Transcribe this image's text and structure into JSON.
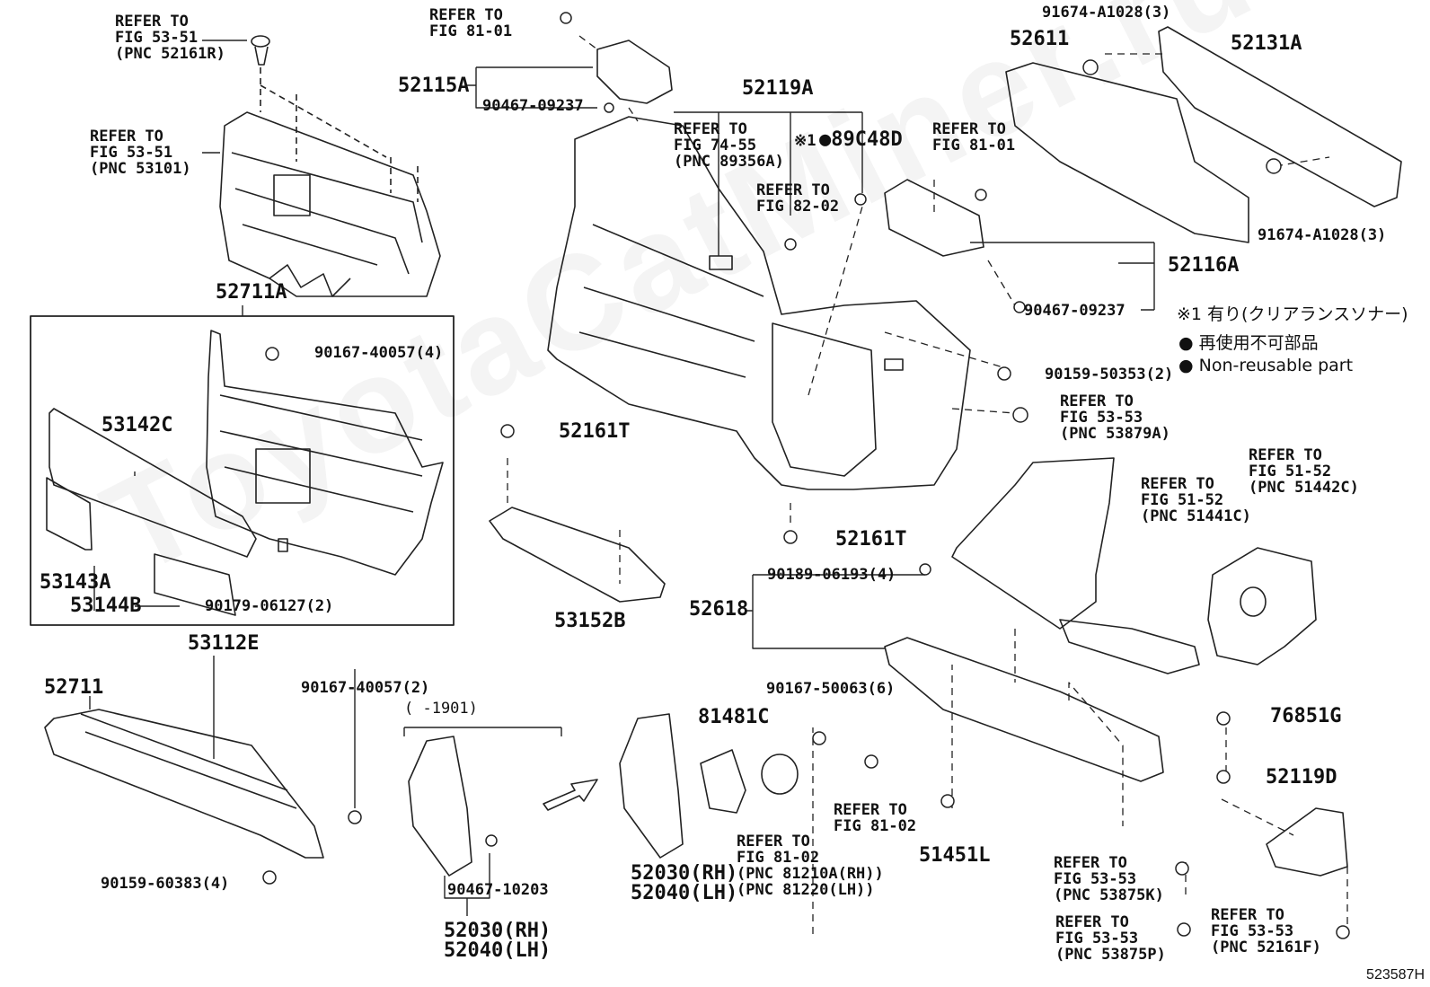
{
  "watermark": "ToyotaCatMiner.ru",
  "diagram_code": "523587H",
  "legend": {
    "note": "※1 有り(クリアランスソナー)",
    "nonreusable_jp": "● 再使用不可部品",
    "nonreusable_en": "● Non-reusable part"
  },
  "labels": {
    "ref_53_51_r": "REFER TO\nFIG 53-51\n(PNC 52161R)",
    "ref_53_51": "REFER TO\nFIG 53-51\n(PNC 53101)",
    "ref_81_01_top": "REFER TO\nFIG 81-01",
    "p52115a": "52115A",
    "p90467_a": "90467-09237",
    "p52119a": "52119A",
    "ref_74_55": "REFER TO\nFIG 74-55\n(PNC 89356A)",
    "note1": "※1",
    "p89c48d": "●89C48D",
    "ref_82_02": "REFER TO\nFIG 82-02",
    "p52611": "52611",
    "p91674_top": "91674-A1028(3)",
    "p52131a": "52131A",
    "ref_81_01_mid": "REFER TO\nFIG 81-01",
    "p91674_bot": "91674-A1028(3)",
    "p52116a": "52116A",
    "p90467_b": "90467-09237",
    "p52711a": "52711A",
    "p90167_4": "90167-40057(4)",
    "p53142c": "53142C",
    "p53143a": "53143A",
    "p53144b": "53144B",
    "p90179": "90179-06127(2)",
    "p52161t_a": "52161T",
    "p53152b": "53152B",
    "p52161t_b": "52161T",
    "p90159_2": "90159-50353(2)",
    "ref_53_53_a": "REFER TO\nFIG 53-53\n(PNC 53879A)",
    "ref_51_52_a": "REFER TO\nFIG 51-52\n(PNC 51441C)",
    "ref_51_52_b": "REFER TO\nFIG 51-52\n(PNC 51442C)",
    "p90189": "90189-06193(4)",
    "p52618": "52618",
    "p53112e": "53112E",
    "p52711": "52711",
    "p90167_2": "90167-40057(2)",
    "p_1901": "(    -1901)",
    "p90159_4": "90159-60383(4)",
    "p90467_10203": "90467-10203",
    "p52030_a": "52030(RH)\n52040(LH)",
    "p52030_b": "52030(RH)\n52040(LH)",
    "p81481c": "81481C",
    "p90167_6": "90167-50063(6)",
    "ref_81_02_a": "REFER TO\nFIG 81-02",
    "ref_81_02_b": "REFER TO\nFIG 81-02\n(PNC 81210A(RH))\n(PNC 81220(LH))",
    "p51451l": "51451L",
    "p76851g": "76851G",
    "p52119d": "52119D",
    "ref_53_53_k": "REFER TO\nFIG 53-53\n(PNC 53875K)",
    "ref_53_53_p": "REFER TO\nFIG 53-53\n(PNC 53875P)",
    "ref_53_53_f": "REFER TO\nFIG 53-53\n(PNC 52161F)"
  }
}
